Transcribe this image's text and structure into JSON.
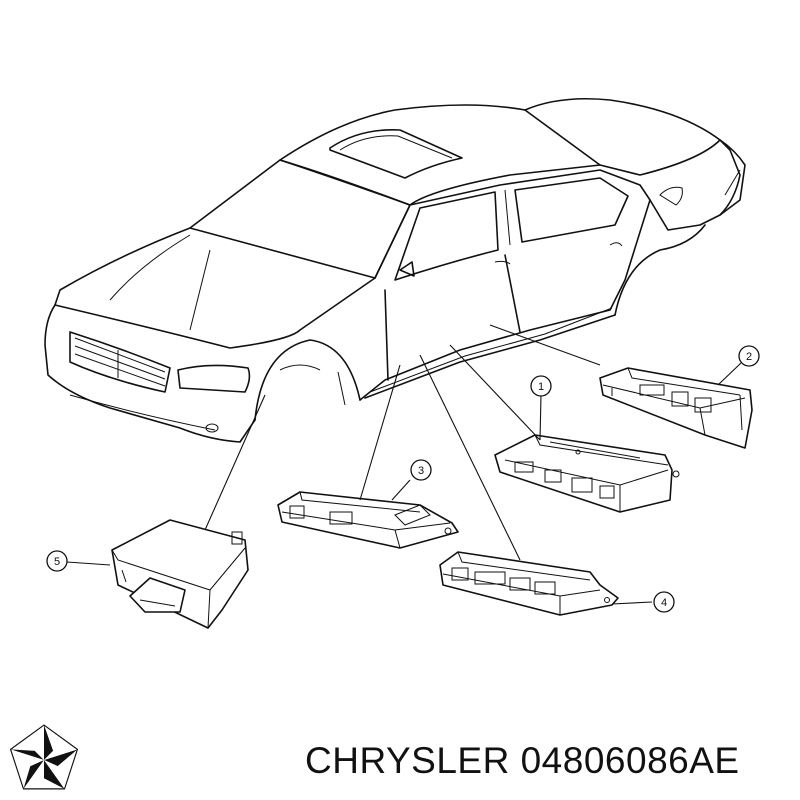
{
  "caption": {
    "brand": "CHRYSLER",
    "part_number": "04806086AE"
  },
  "callouts": [
    {
      "id": "1",
      "label": "1"
    },
    {
      "id": "2",
      "label": "2"
    },
    {
      "id": "3",
      "label": "3"
    },
    {
      "id": "4",
      "label": "4"
    },
    {
      "id": "5",
      "label": "5"
    }
  ],
  "logo": {
    "icon": "chrysler-pentastar-icon"
  },
  "colors": {
    "line": "#111111",
    "background": "#ffffff"
  }
}
